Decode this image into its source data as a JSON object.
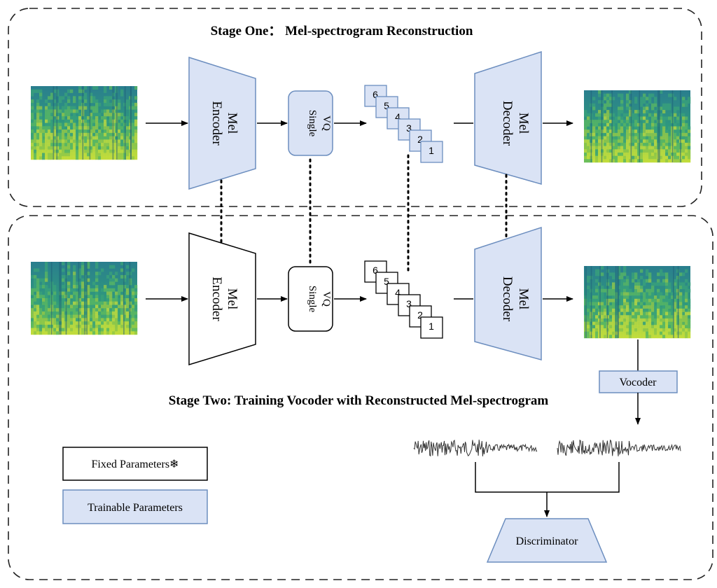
{
  "stage_one": {
    "title": "Stage One：  Mel-spectrogram Reconstruction"
  },
  "stage_two": {
    "title": "Stage Two: Training Vocoder with Reconstructed Mel-spectrogram"
  },
  "blocks": {
    "encoder_line1": "Mel",
    "encoder_line2": "Encoder",
    "vq_line1": "Single",
    "vq_line2": "VQ",
    "decoder_line1": "Mel",
    "decoder_line2": "Decoder",
    "vocoder": "Vocoder",
    "discriminator": "Discriminator"
  },
  "tokens": [
    "6",
    "5",
    "4",
    "3",
    "2",
    "1"
  ],
  "legend": {
    "fixed": "Fixed Parameters❄",
    "trainable": "Trainable Parameters"
  },
  "colors": {
    "trainable_fill": "#dae3f5",
    "trainable_stroke": "#6c8ebf",
    "fixed_fill": "#ffffff",
    "fixed_stroke": "#000000",
    "spectrogram_base": "#2f8f7f",
    "spectrogram_accent": "#b8d93a"
  }
}
